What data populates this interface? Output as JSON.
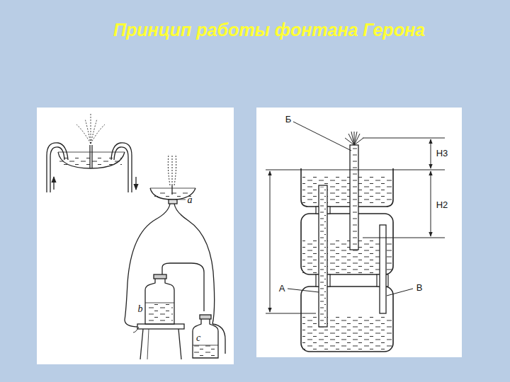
{
  "diagram": {
    "title": "Принцип работы фонтана Герона",
    "labels": [
      "a",
      "b",
      "c",
      "Б",
      "H3",
      "H2",
      "А",
      "В"
    ]
  }
}
